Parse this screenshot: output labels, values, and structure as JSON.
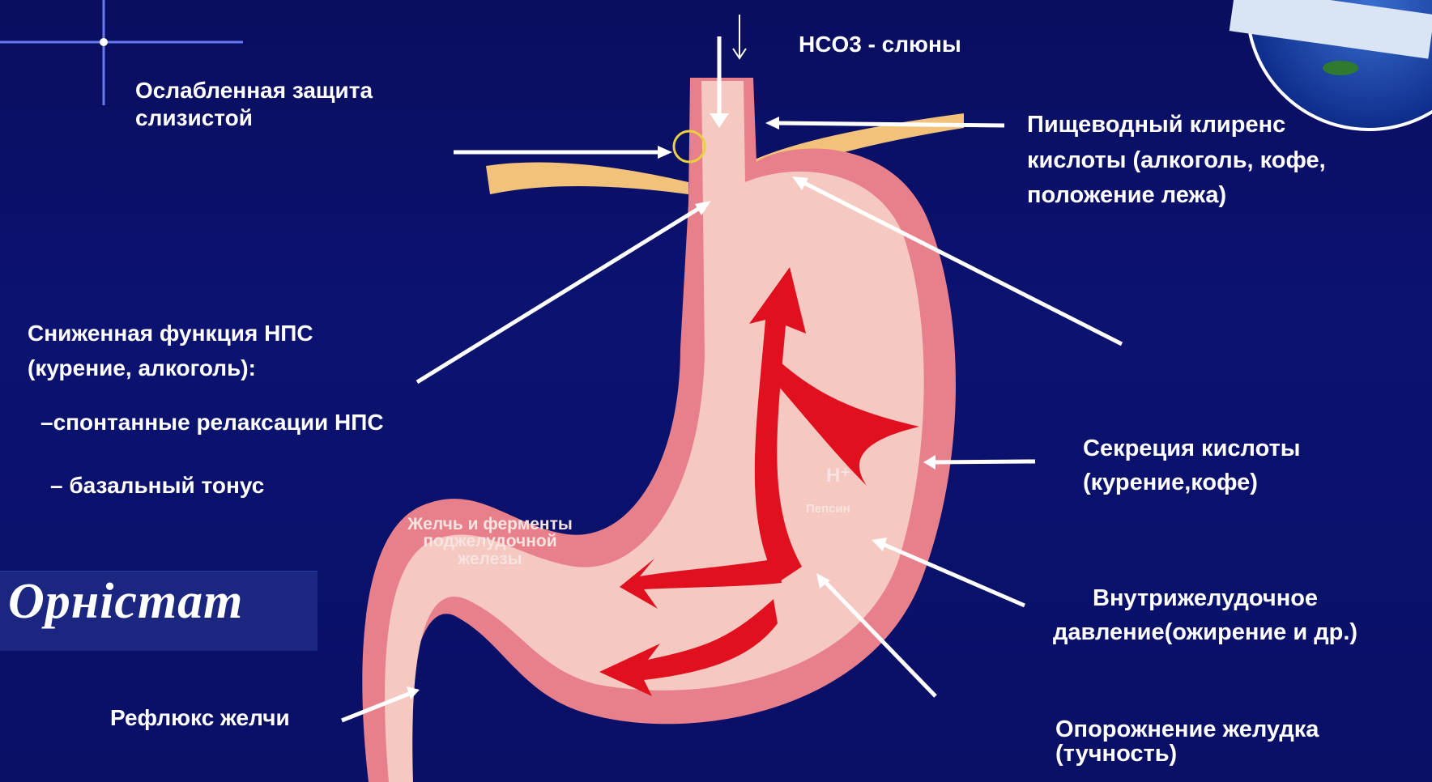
{
  "labels": {
    "saliva": "HCO3 - слюны",
    "mucosal_defense": [
      "Ослабленная защита",
      "слизистой"
    ],
    "esophageal_clearance": [
      "Пищеводный клиренс",
      "кислоты (алкоголь, кофе,",
      "положение лежа)"
    ],
    "les_function": [
      "Сниженная функция НПС",
      "(курение, алкоголь):"
    ],
    "les_relaxation": "–спонтанные релаксации НПС",
    "les_tone": "– базальный тонус",
    "acid_secretion": [
      "Секреция  кислоты",
      "(курение,кофе)"
    ],
    "intragastric_pressure": [
      "Внутрижелудочное",
      "давление(ожирение и др.)"
    ],
    "gastric_emptying": [
      "Опорожнение желудка",
      "(тучность)"
    ],
    "bile_reflux": "Рефлюкс желчи"
  },
  "inner": {
    "h_ion": "H⁺",
    "pepsin": "Пепсин",
    "bile_enzymes": [
      "Желчь и",
      "ферменты",
      "поджелудочной",
      "железы"
    ]
  },
  "brand": "Орністат",
  "colors": {
    "background": "#0b1270",
    "stomach_outer": "#e8808c",
    "stomach_inner": "#f6c8c2",
    "reflux_arrow": "#e0101e",
    "diaphragm": "#f3c27a"
  }
}
